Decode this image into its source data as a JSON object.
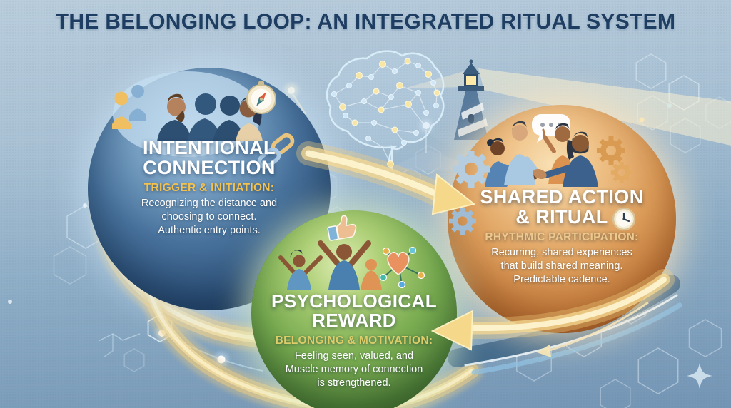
{
  "title": "THE BELONGING LOOP: AN INTEGRATED RITUAL SYSTEM",
  "nodes": [
    {
      "id": "intentional-connection",
      "heading": [
        "INTENTIONAL",
        "CONNECTION"
      ],
      "subtitle": "TRIGGER & INITIATION:",
      "body": [
        "Recognizing the distance and",
        "choosing to connect.",
        "Authentic entry points."
      ],
      "circle_color": "#2d5078",
      "accent_color": "#f2c14e",
      "icons": [
        "people-profiles-icon",
        "dual-person-icon",
        "compass-icon",
        "chain-link-icon"
      ]
    },
    {
      "id": "shared-action-ritual",
      "heading": [
        "SHARED ACTION",
        "& RITUAL"
      ],
      "subtitle": "RHYTHMIC PARTICIPATION:",
      "body": [
        "Recurring, shared experiences",
        "that build shared meaning.",
        "Predictable cadence."
      ],
      "circle_color": "#bb7134",
      "accent_color": "#eec98d",
      "icons": [
        "handshake-group-icon",
        "speech-bubble-icon",
        "gear-icon",
        "clock-icon"
      ]
    },
    {
      "id": "psychological-reward",
      "heading": [
        "PSYCHOLOGICAL",
        "REWARD"
      ],
      "subtitle": "BELONGING & MOTIVATION:",
      "body": [
        "Feeling seen, valued, and",
        "Muscle memory of connection",
        "is strengthened."
      ],
      "circle_color": "#527f3a",
      "accent_color": "#ddcc6a",
      "icons": [
        "raised-arms-people-icon",
        "thumbs-up-icon",
        "heart-network-icon"
      ]
    }
  ],
  "decor": {
    "background_top": "#b9cddc",
    "background_bottom": "#7495b4",
    "title_color": "#1e3d62",
    "flow_gold": "#f2c869",
    "elements": [
      "brain-network-icon",
      "lighthouse-icon",
      "hexagon-pattern",
      "sparkle-icon",
      "flow-arrows",
      "molecule-lines"
    ]
  }
}
